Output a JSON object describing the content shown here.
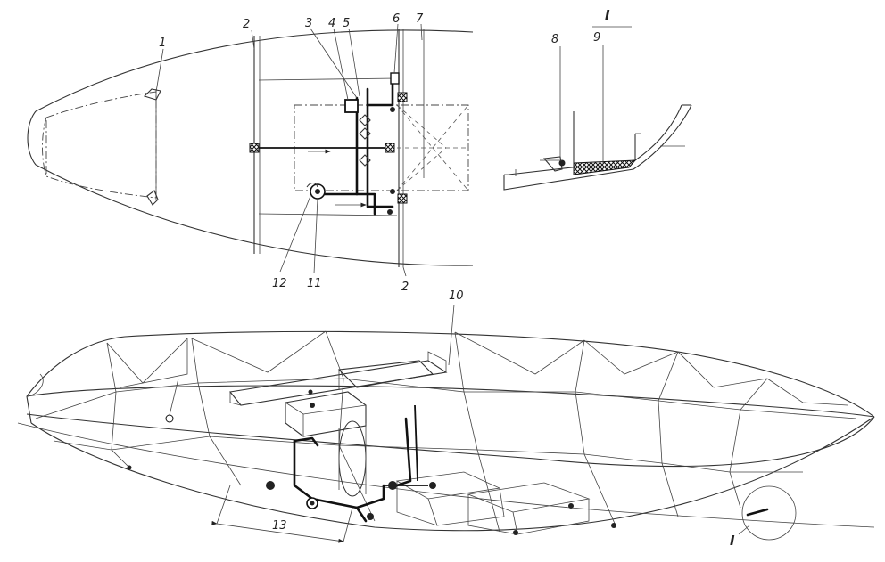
{
  "plan_view": {
    "callouts": [
      "1",
      "2",
      "3",
      "4",
      "5",
      "6",
      "7",
      "2",
      "11",
      "12"
    ]
  },
  "section_view": {
    "title": "I",
    "callouts": [
      "8",
      "9"
    ]
  },
  "perspective_view": {
    "callouts": [
      "10"
    ],
    "dimension_label": "13",
    "detail_marker": "I"
  }
}
